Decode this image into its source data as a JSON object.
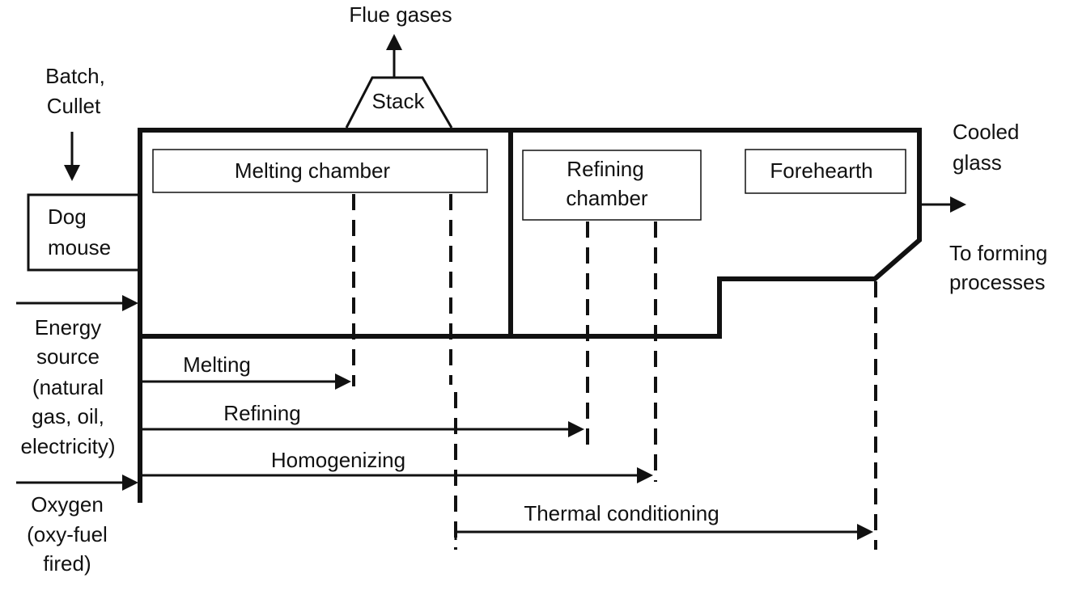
{
  "labels": {
    "flue_gases": "Flue gases",
    "stack": "Stack",
    "batch_line1": "Batch,",
    "batch_line2": "Cullet",
    "dog_line1": "Dog",
    "dog_line2": "mouse",
    "melting_chamber": "Melting chamber",
    "refining_chamber_line1": "Refining",
    "refining_chamber_line2": "chamber",
    "forehearth": "Forehearth",
    "cooled_line1": "Cooled",
    "cooled_line2": "glass",
    "forming_line1": "To forming",
    "forming_line2": "processes",
    "energy_lines": [
      "Energy",
      "source",
      "(natural",
      "gas, oil,",
      "electricity)"
    ],
    "oxygen_lines": [
      "Oxygen",
      "(oxy-fuel",
      "fired)"
    ],
    "stage_melting": "Melting",
    "stage_refining": "Refining",
    "stage_homogenizing": "Homogenizing",
    "stage_thermal": "Thermal conditioning"
  }
}
